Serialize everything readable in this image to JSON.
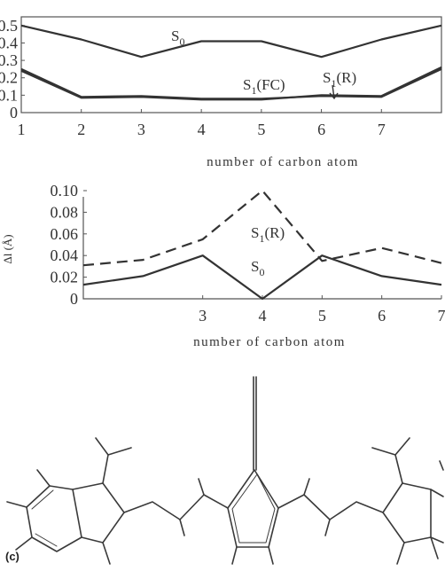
{
  "chart_data": [
    {
      "type": "line",
      "xlabel": "number of carbon atom",
      "ylabel": "",
      "xlim": [
        1,
        8
      ],
      "ylim": [
        0,
        0.55
      ],
      "x_ticks": [
        1,
        2,
        3,
        4,
        5,
        6,
        7
      ],
      "y_ticks": [
        0,
        0.1,
        0.2,
        0.3,
        0.4,
        0.5
      ],
      "y_tick_labels": [
        "0",
        "0.1",
        "0.2",
        "0.3",
        "0.4",
        "0.5"
      ],
      "series": [
        {
          "name": "S0",
          "label_main": "S",
          "label_sub": "0",
          "style": "solid",
          "x": [
            1,
            2,
            3,
            4,
            5,
            6,
            7,
            8
          ],
          "y": [
            0.5,
            0.42,
            0.32,
            0.41,
            0.41,
            0.32,
            0.42,
            0.5
          ]
        },
        {
          "name": "S1(FC)",
          "label_main": "S",
          "label_sub": "1",
          "label_rest": "(FC)",
          "style": "solid",
          "x": [
            1,
            2,
            3,
            4,
            5,
            6,
            7,
            8
          ],
          "y": [
            0.25,
            0.09,
            0.095,
            0.08,
            0.08,
            0.095,
            0.09,
            0.25
          ]
        },
        {
          "name": "S1(R)",
          "label_main": "S",
          "label_sub": "1",
          "label_rest": "(R)",
          "style": "solid",
          "x": [
            1,
            2,
            3,
            4,
            5,
            6,
            7,
            8
          ],
          "y": [
            0.24,
            0.085,
            0.09,
            0.075,
            0.075,
            0.1,
            0.095,
            0.26
          ]
        }
      ]
    },
    {
      "type": "line",
      "xlabel": "number of carbon atom",
      "ylabel": "Δl (Å)",
      "xlim": [
        1,
        7
      ],
      "ylim": [
        0,
        0.1
      ],
      "x_ticks": [
        3,
        4,
        5,
        6,
        7
      ],
      "y_ticks": [
        0,
        0.02,
        0.04,
        0.06,
        0.08,
        0.1
      ],
      "y_tick_labels": [
        "0",
        "0.02",
        "0.04",
        "0.06",
        "0.08",
        "0.10"
      ],
      "series": [
        {
          "name": "S0",
          "label_main": "S",
          "label_sub": "0",
          "style": "solid",
          "x": [
            1,
            2,
            3,
            4,
            5,
            6,
            7
          ],
          "y": [
            0.013,
            0.021,
            0.04,
            0.0,
            0.04,
            0.021,
            0.013
          ]
        },
        {
          "name": "S1(R)",
          "label_main": "S",
          "label_sub": "1",
          "label_rest": "(R)",
          "style": "dashed",
          "x": [
            1,
            2,
            3,
            4,
            5,
            6,
            7
          ],
          "y": [
            0.031,
            0.036,
            0.055,
            0.1,
            0.035,
            0.047,
            0.033
          ]
        }
      ]
    }
  ],
  "panel_label": "(c)",
  "colors": {
    "line": "#333333",
    "axis": "#555555",
    "molecule": "#3a3a3a"
  }
}
